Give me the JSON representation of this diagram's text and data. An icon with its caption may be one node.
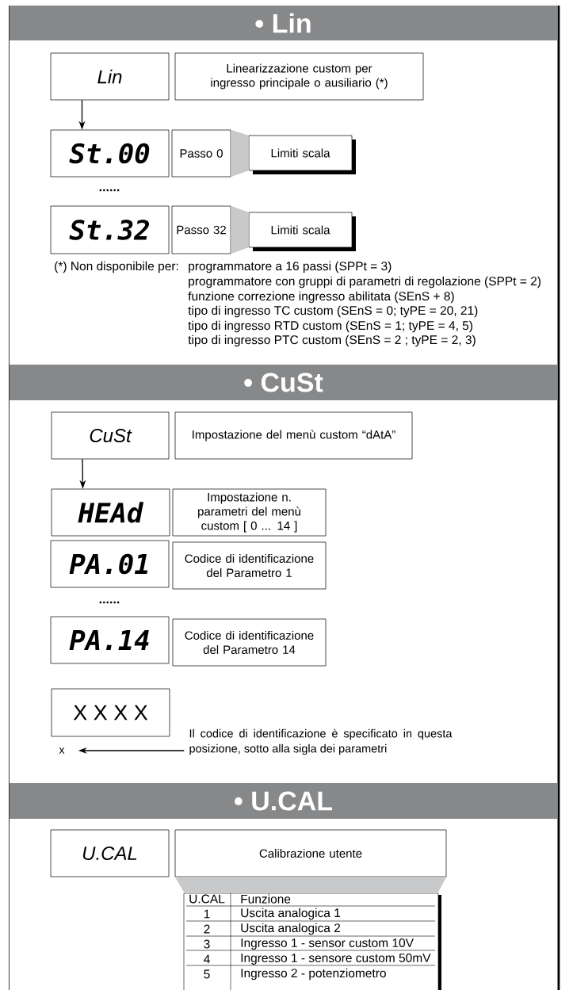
{
  "diagram": {
    "nodes": [
      {
        "text": [
          "• Lin"
        ]
      },
      {
        "text": [
          "Lin"
        ]
      },
      {
        "text": [
          "Linearizzazione custom per ingresso principale o ausiliario (*)"
        ]
      },
      {
        "text": [
          "St.00"
        ]
      },
      {
        "text": [
          "Passo 0"
        ]
      },
      {
        "text": [
          "Limiti scala"
        ]
      },
      {
        "text": [
          "St.32"
        ]
      },
      {
        "text": [
          "Passo 32"
        ]
      },
      {
        "text": [
          "Limiti scala"
        ]
      },
      {
        "text": [
          "• CuSt"
        ]
      },
      {
        "text": [
          "CuSt"
        ]
      },
      {
        "text": [
          "Impostazione del menù custom “dAtA”"
        ]
      },
      {
        "text": [
          "HEAd"
        ]
      },
      {
        "text": [
          "Impostazione n. parametri del menù custom [ 0 ... 14 ]"
        ]
      },
      {
        "text": [
          "PA.01"
        ]
      },
      {
        "text": [
          "Codice di identificazione del Parametro 1"
        ]
      },
      {
        "text": [
          "PA.14"
        ]
      },
      {
        "text": [
          "Codice di identificazione del Parametro 14"
        ]
      },
      {
        "text": [
          "X X X X"
        ]
      },
      {
        "text": [
          "x"
        ]
      },
      {
        "text": [
          "Il codice di identificazione è specificato in questa posizione, sotto alla sigla dei parametri"
        ]
      },
      {
        "text": [
          "• U.CAL"
        ]
      },
      {
        "text": [
          "U.CAL"
        ]
      },
      {
        "text": [
          "Calibrazione utente"
        ]
      },
      {
        "text": [],
        "shape": "table"
      }
    ],
    "edges": [
      {
        "from": 1,
        "to": 3,
        "arrow": "to"
      },
      {
        "from": 4,
        "to": 5,
        "arrow": "none"
      },
      {
        "from": 7,
        "to": 8,
        "arrow": "none"
      },
      {
        "from": 10,
        "to": 12,
        "arrow": "to"
      },
      {
        "from": 20,
        "to": 19,
        "arrow": "to"
      },
      {
        "from": 23,
        "to": 24,
        "arrow": "none"
      }
    ],
    "labels": [
      "......",
      "(*) Non disponibile per:",
      "programmatore a 16 passi (SPPt = 3)",
      "programmatore con gruppi di parametri di regolazione (SPPt = 2)",
      "funzione correzione ingresso abilitata (SEnS + 8)",
      "tipo di ingresso TC custom (SEnS = 0; tyPE = 20, 21)",
      "tipo di ingresso RTD custom (SEnS = 1; tyPE = 4, 5)",
      "tipo di ingresso PTC custom  (SEnS = 2 ; tyPE = 2, 3)",
      "......",
      "U.CAL",
      "Funzione",
      "1",
      "Uscita analogica 1",
      "2",
      "Uscita analogica 2",
      "3",
      "Ingresso 1 - sensor custom 10V",
      "4",
      "Ingresso 1 - sensore custom 50mV",
      "5",
      "Ingresso 2 - potenziometro"
    ]
  }
}
